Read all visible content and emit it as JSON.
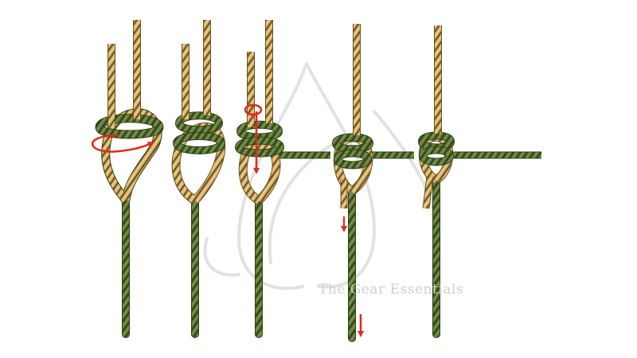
{
  "diagram": {
    "watermark": "The Gear Essentials",
    "steps": [
      {
        "step": 1,
        "arrows": 1
      },
      {
        "step": 2,
        "arrows": 0
      },
      {
        "step": 3,
        "arrows": 2
      },
      {
        "step": 4,
        "arrows": 2
      },
      {
        "step": 5,
        "arrows": 0
      }
    ],
    "colors": {
      "green_rope": "#5f7a38",
      "green_rope_dark": "#2f4218",
      "tan_rope": "#d9b56a",
      "tan_rope_dark": "#6b5124",
      "arrow": "#e02a1c",
      "watermark": "#d0d0d0"
    }
  }
}
